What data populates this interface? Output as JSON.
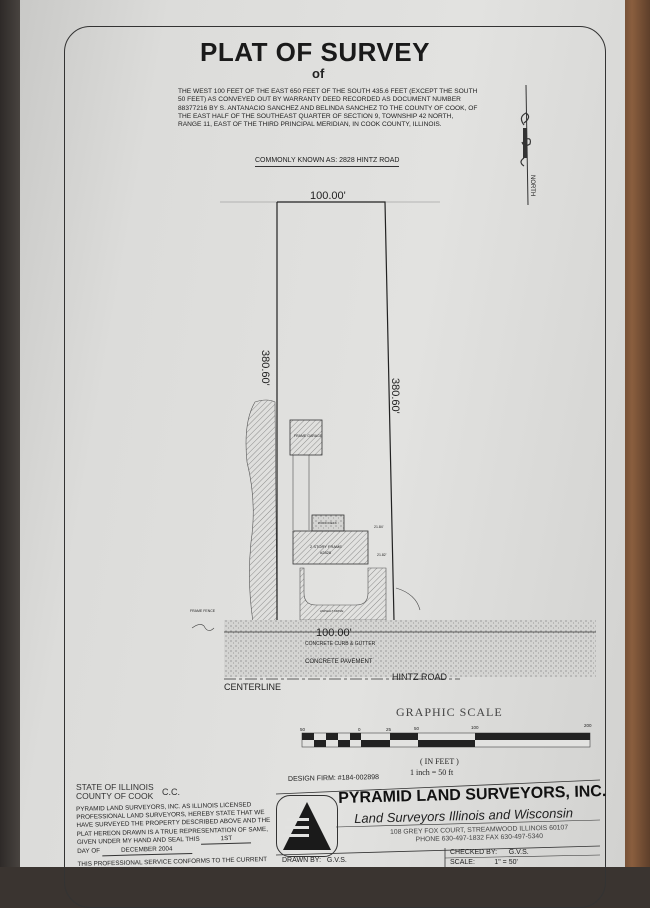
{
  "document": {
    "title": "PLAT OF SURVEY",
    "subtitle": "of",
    "legal_description": "THE WEST 100 FEET OF THE EAST 650 FEET OF THE SOUTH 435.6 FEET (EXCEPT THE SOUTH 50 FEET) AS CONVEYED OUT BY WARRANTY DEED RECORDED AS DOCUMENT NUMBER 88377216 BY S. ANTANACIO SANCHEZ AND BELINDA SANCHEZ TO THE COUNTY OF COOK, OF THE EAST HALF OF THE SOUTHEAST QUARTER OF SECTION 9, TOWNSHIP 42 NORTH, RANGE 11, EAST OF THE THIRD PRINCIPAL MERIDIAN, IN COOK COUNTY, ILLINOIS.",
    "commonly_known": "COMMONLY KNOWN AS: 2828 HINTZ ROAD",
    "north_label": "NORTH"
  },
  "plat": {
    "top_dim": "100.00'",
    "left_dim": "380.60'",
    "right_dim": "380.60'",
    "bottom_dim": "100.00'",
    "garage": "FRAME GARAGE",
    "house_line1": "2 STORY FRAME",
    "house_line2": "#2828",
    "deck": "WOOD DECK",
    "drive": "ASPHALT DRIVE",
    "fence": "FRAME FENCE",
    "dim_a": "21.84'",
    "dim_b": "21.82'",
    "curb": "CONCRETE CURB & GUTTER",
    "pavement": "CONCRETE PAVEMENT",
    "centerline": "CENTERLINE",
    "road": "HINTZ ROAD"
  },
  "scale": {
    "title": "GRAPHIC SCALE",
    "ticks": [
      "50",
      "0",
      "25",
      "50",
      "100",
      "200"
    ],
    "units": "( IN FEET )",
    "ratio": "1 inch = 50 ft"
  },
  "footer": {
    "state": "STATE OF ILLINOIS",
    "county": "COUNTY OF COOK",
    "cc": "C.C.",
    "certificate": "PYRAMID LAND SURVEYORS, INC. AS ILLINOIS LICENSED PROFESSIONAL LAND SURVEYORS, HEREBY STATE THAT WE HAVE SURVEYED THE PROPERTY DESCRIBED ABOVE AND THE PLAT HEREON DRAWN IS A TRUE REPRESENTATION OF SAME, GIVEN UNDER MY HAND AND SEAL THIS",
    "day": "1ST",
    "day_of_label": "DAY OF",
    "month_year": "DECEMBER 2004",
    "conforms": "THIS PROFESSIONAL SERVICE CONFORMS TO THE CURRENT",
    "design_firm": "DESIGN FIRM: #184-002898",
    "company": "PYRAMID LAND SURVEYORS, INC.",
    "tagline": "Land Surveyors Illinois and Wisconsin",
    "address": "108 GREY FOX COURT, STREAMWOOD ILLINOIS 60107",
    "phone": "PHONE 630-497-1832    FAX 630-497-5340",
    "drawn_by_label": "DRAWN BY:",
    "drawn_by": "G.V.S.",
    "checked_by_label": "CHECKED BY:",
    "checked_by": "G.V.S.",
    "scale_label": "SCALE:",
    "scale_value": "1\" = 50'"
  }
}
